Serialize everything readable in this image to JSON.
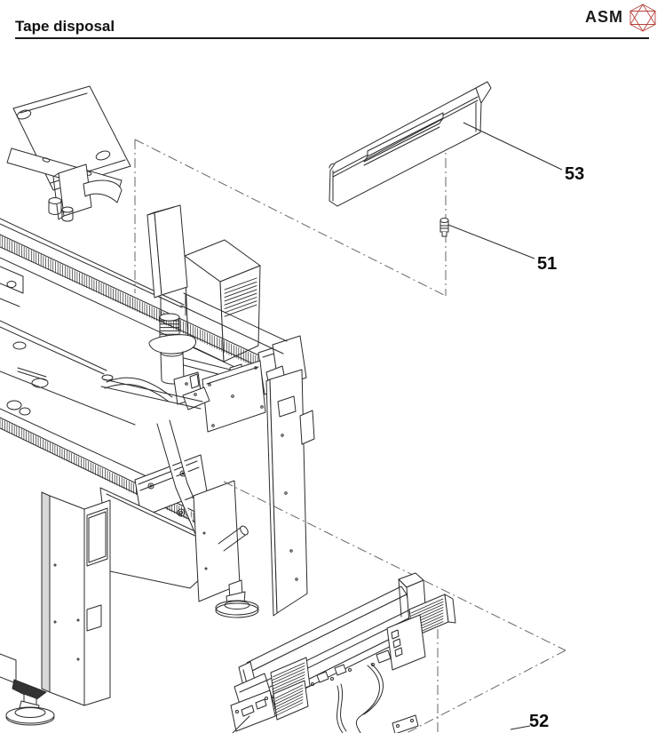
{
  "header": {
    "title": "Tape disposal",
    "brand": "ASM"
  },
  "figure": {
    "type": "exploded-parts-diagram",
    "subject": "tape disposal assembly on placement machine",
    "callouts": [
      {
        "id": "53",
        "label": "53",
        "part": "tape-disposal-chute-panel"
      },
      {
        "id": "51",
        "label": "51",
        "part": "fastening-screw"
      },
      {
        "id": "52",
        "label": "52",
        "part": "tape-disposal-conveyor-unit"
      }
    ]
  },
  "colors": {
    "accent_red": "#b5433d",
    "line": "#2b2b2b",
    "projection_line": "#666666"
  }
}
